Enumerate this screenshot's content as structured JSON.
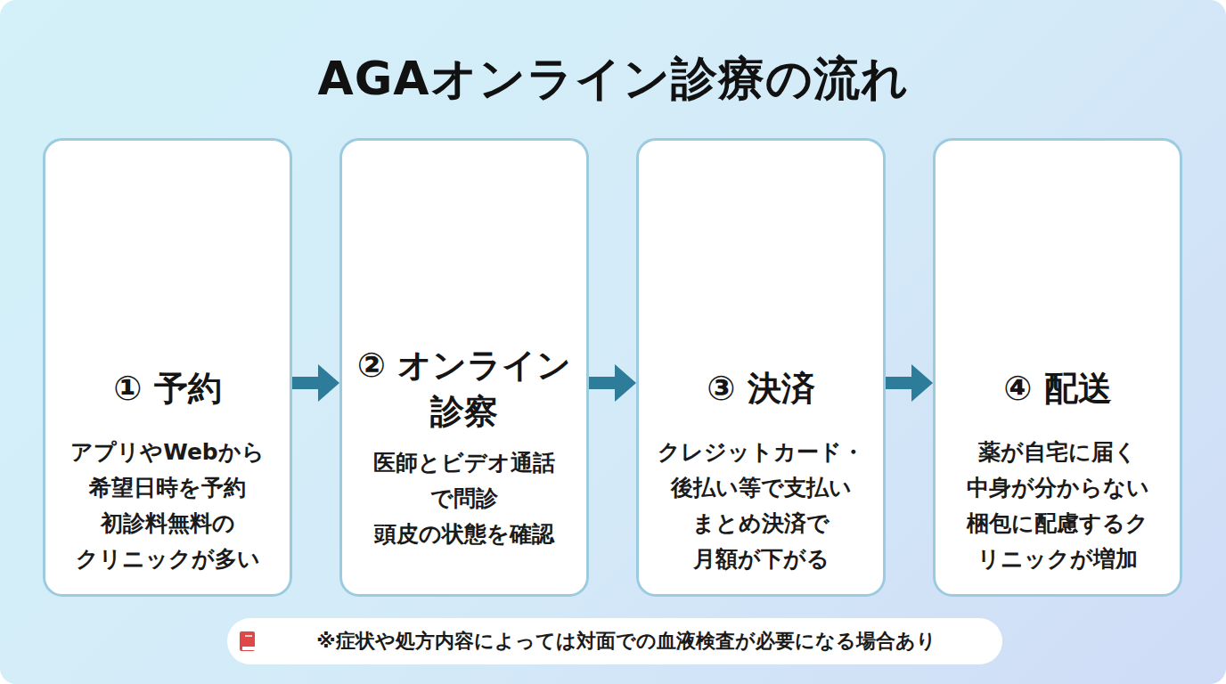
{
  "diagram": {
    "title": "AGAオンライン診療の流れ",
    "nodes": [
      {
        "text": [
          "① 予約",
          "アプリやWebから 希望日時を予約 初診料無料の クリニックが多い"
        ]
      },
      {
        "text": [
          "② オンライン 診察",
          "医師とビデオ通話 で問診 頭皮の状態を確認"
        ]
      },
      {
        "text": [
          "③ 決済",
          "クレジットカード・ 後払い等で支払い まとめ決済で 月額が下がる"
        ]
      },
      {
        "text": [
          "④ 配送",
          "薬が自宅に届く 中身が分からない 梱包に配慮するク リニックが増加"
        ]
      },
      {
        "text": [
          "※症状や処方内容によっては対面での血液検査が必要になる場合あり"
        ]
      }
    ],
    "edges": [
      {
        "from": 0,
        "to": 1,
        "arrow": "to"
      },
      {
        "from": 1,
        "to": 2,
        "arrow": "to"
      },
      {
        "from": 2,
        "to": 3,
        "arrow": "to"
      }
    ]
  }
}
